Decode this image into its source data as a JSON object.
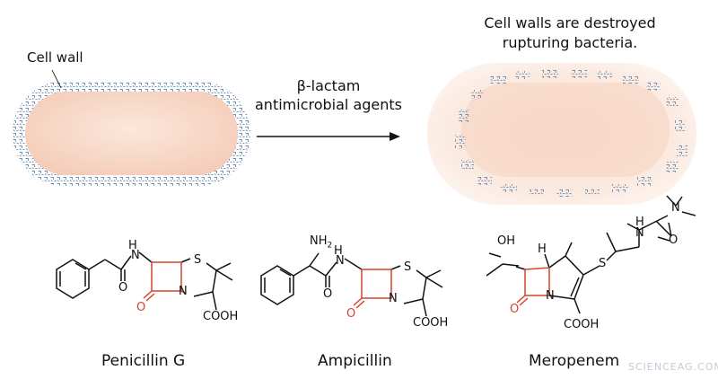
{
  "labels": {
    "cell_wall": "Cell wall",
    "agents_line1": "β-lactam",
    "agents_line2": "antimicrobial agents",
    "destroyed_line1": "Cell walls are destroyed",
    "destroyed_line2": "rupturing bacteria."
  },
  "molecules": [
    {
      "name": "Penicillin G"
    },
    {
      "name": "Ampicillin"
    },
    {
      "name": "Meropenem"
    }
  ],
  "atoms": {
    "pen_nh": "N",
    "pen_nh_h": "H",
    "pen_o_amide": "O",
    "pen_s": "S",
    "pen_n_ring": "N",
    "pen_o_lactam": "O",
    "pen_cooh": "COOH",
    "amp_nh2": "NH",
    "amp_nh2_sub": "2",
    "amp_nh": "N",
    "amp_nh_h": "H",
    "amp_o_amide": "O",
    "amp_s": "S",
    "amp_n_ring": "N",
    "amp_o_lactam": "O",
    "amp_cooh": "COOH",
    "mer_oh": "OH",
    "mer_h": "H",
    "mer_o_lactam": "O",
    "mer_n_ring": "N",
    "mer_cooh": "COOH",
    "mer_s": "S",
    "mer_hn": "H",
    "mer_hn_n": "N",
    "mer_o_amide": "O",
    "mer_n_amide": "N"
  },
  "watermark": "SCIENCEAG.COM",
  "colors": {
    "cytoplasm": "#f7d9c8",
    "wall_pattern": "#6f8fb5",
    "beta_lactam_ring": "#d2432b",
    "bond": "#111111"
  }
}
